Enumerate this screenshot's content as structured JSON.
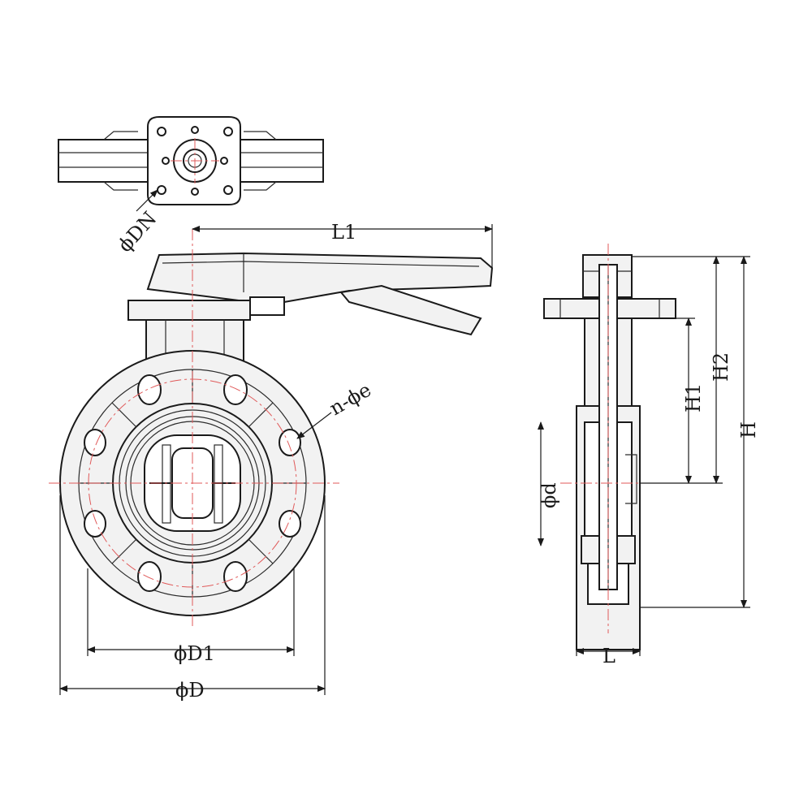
{
  "labels": {
    "dn": "ϕDN",
    "l1": "L1",
    "ne": "n-ϕe",
    "d1": "ϕD1",
    "d": "ϕD",
    "l": "L",
    "dd": "ϕd",
    "h1": "H1",
    "h2": "H2",
    "h": "H"
  },
  "colors": {
    "line": "#1a1a1a",
    "centerline": "#e05a5a",
    "body_fill": "#f2f2f2"
  }
}
